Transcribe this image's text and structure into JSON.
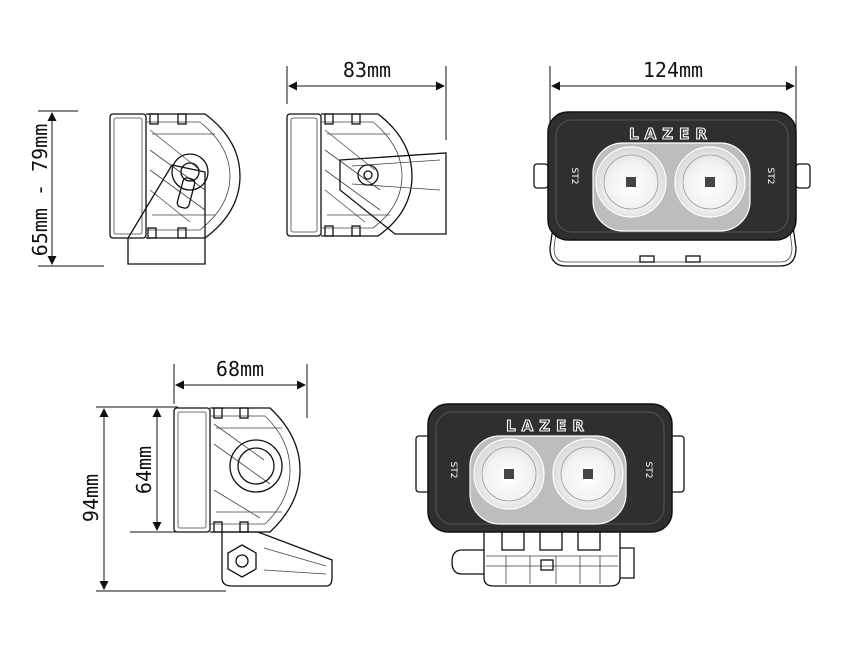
{
  "brand": "LAZER",
  "model": "ST2",
  "dimensions": {
    "side_top_height": "65mm - 79mm",
    "side_top_depth": "83mm",
    "front_top_width": "124mm",
    "side_bottom_depth": "68mm",
    "side_bottom_height_body": "64mm",
    "side_bottom_height_total": "94mm"
  }
}
